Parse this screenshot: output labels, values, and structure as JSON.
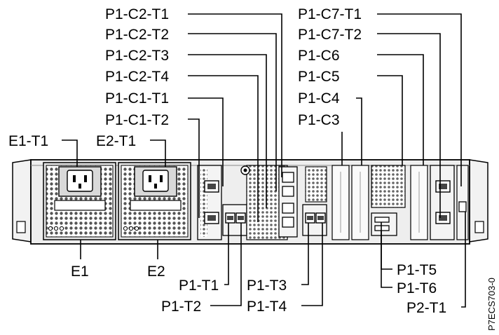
{
  "figure_id": "P7ECS703-0",
  "callouts": {
    "p1_c2_t1": "P1-C2-T1",
    "p1_c2_t2": "P1-C2-T2",
    "p1_c2_t3": "P1-C2-T3",
    "p1_c2_t4": "P1-C2-T4",
    "p1_c1_t1": "P1-C1-T1",
    "p1_c1_t2": "P1-C1-T2",
    "e1_t1": "E1-T1",
    "e2_t1": "E2-T1",
    "p1_c7_t1": "P1-C7-T1",
    "p1_c7_t2": "P1-C7-T2",
    "p1_c6": "P1-C6",
    "p1_c5": "P1-C5",
    "p1_c4": "P1-C4",
    "p1_c3": "P1-C3",
    "e1": "E1",
    "e2": "E2",
    "p1_t1": "P1-T1",
    "p1_t2": "P1-T2",
    "p1_t3": "P1-T3",
    "p1_t4": "P1-T4",
    "p1_t5": "P1-T5",
    "p1_t6": "P1-T6",
    "p2_t1": "P2-T1"
  }
}
